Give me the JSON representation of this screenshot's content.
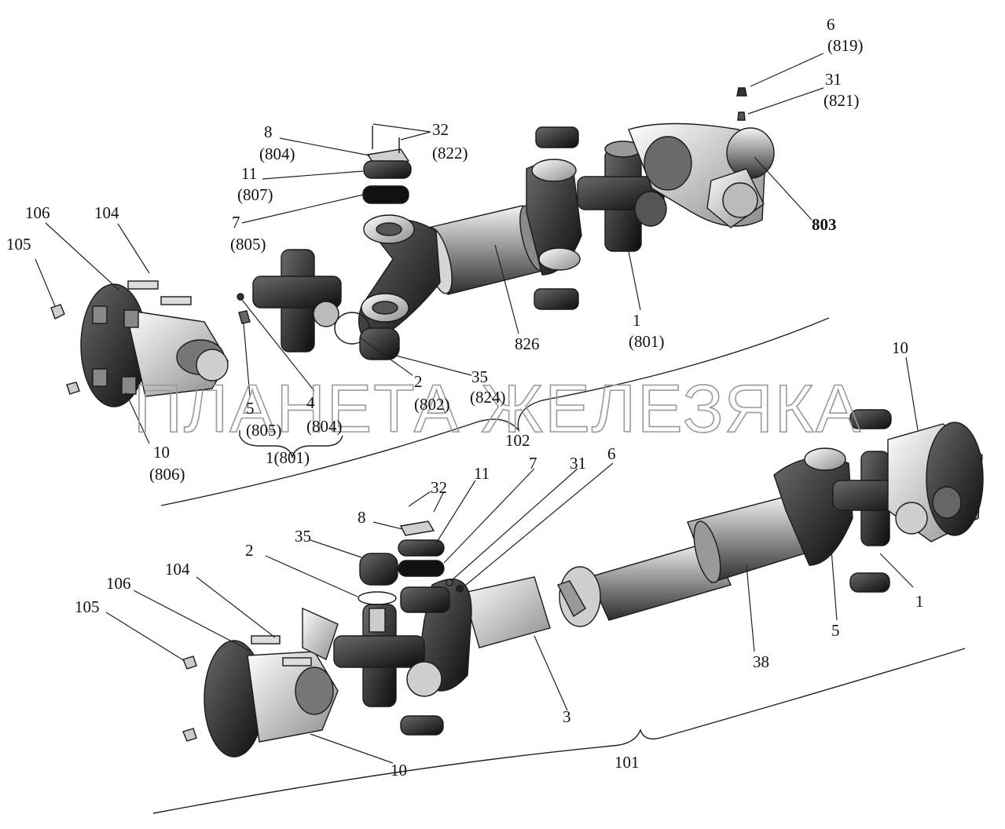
{
  "watermark": "ПЛАНЕТА ЖЕЛЕЗЯКА",
  "labels_top": {
    "l6": "6",
    "l6b": "(819)",
    "l31": "31",
    "l31b": "(821)",
    "l8": "8",
    "l8b": "(804)",
    "l32": "32",
    "l32b": "(822)",
    "l11": "11",
    "l11b": "(807)",
    "l7": "7",
    "l7b": "(805)",
    "l106": "106",
    "l104": "104",
    "l105": "105",
    "l803": "803",
    "l826": "826",
    "l1": "1",
    "l1b": "(801)",
    "l2": "2",
    "l2b": "(802)",
    "l35": "35",
    "l35b": "(824)",
    "l5": "5",
    "l5b": "(805)",
    "l4": "4",
    "l4b": "(804)",
    "l1801": "1(801)",
    "l10": "10",
    "l10b": "(806)",
    "l102": "102"
  },
  "labels_bottom": {
    "l10r": "10",
    "l11": "11",
    "l7": "7",
    "l31": "31",
    "l6": "6",
    "l32": "32",
    "l8": "8",
    "l35": "35",
    "l2": "2",
    "l104": "104",
    "l106": "106",
    "l105": "105",
    "l1": "1",
    "l5": "5",
    "l38": "38",
    "l3": "3",
    "l10": "10",
    "l101": "101"
  }
}
